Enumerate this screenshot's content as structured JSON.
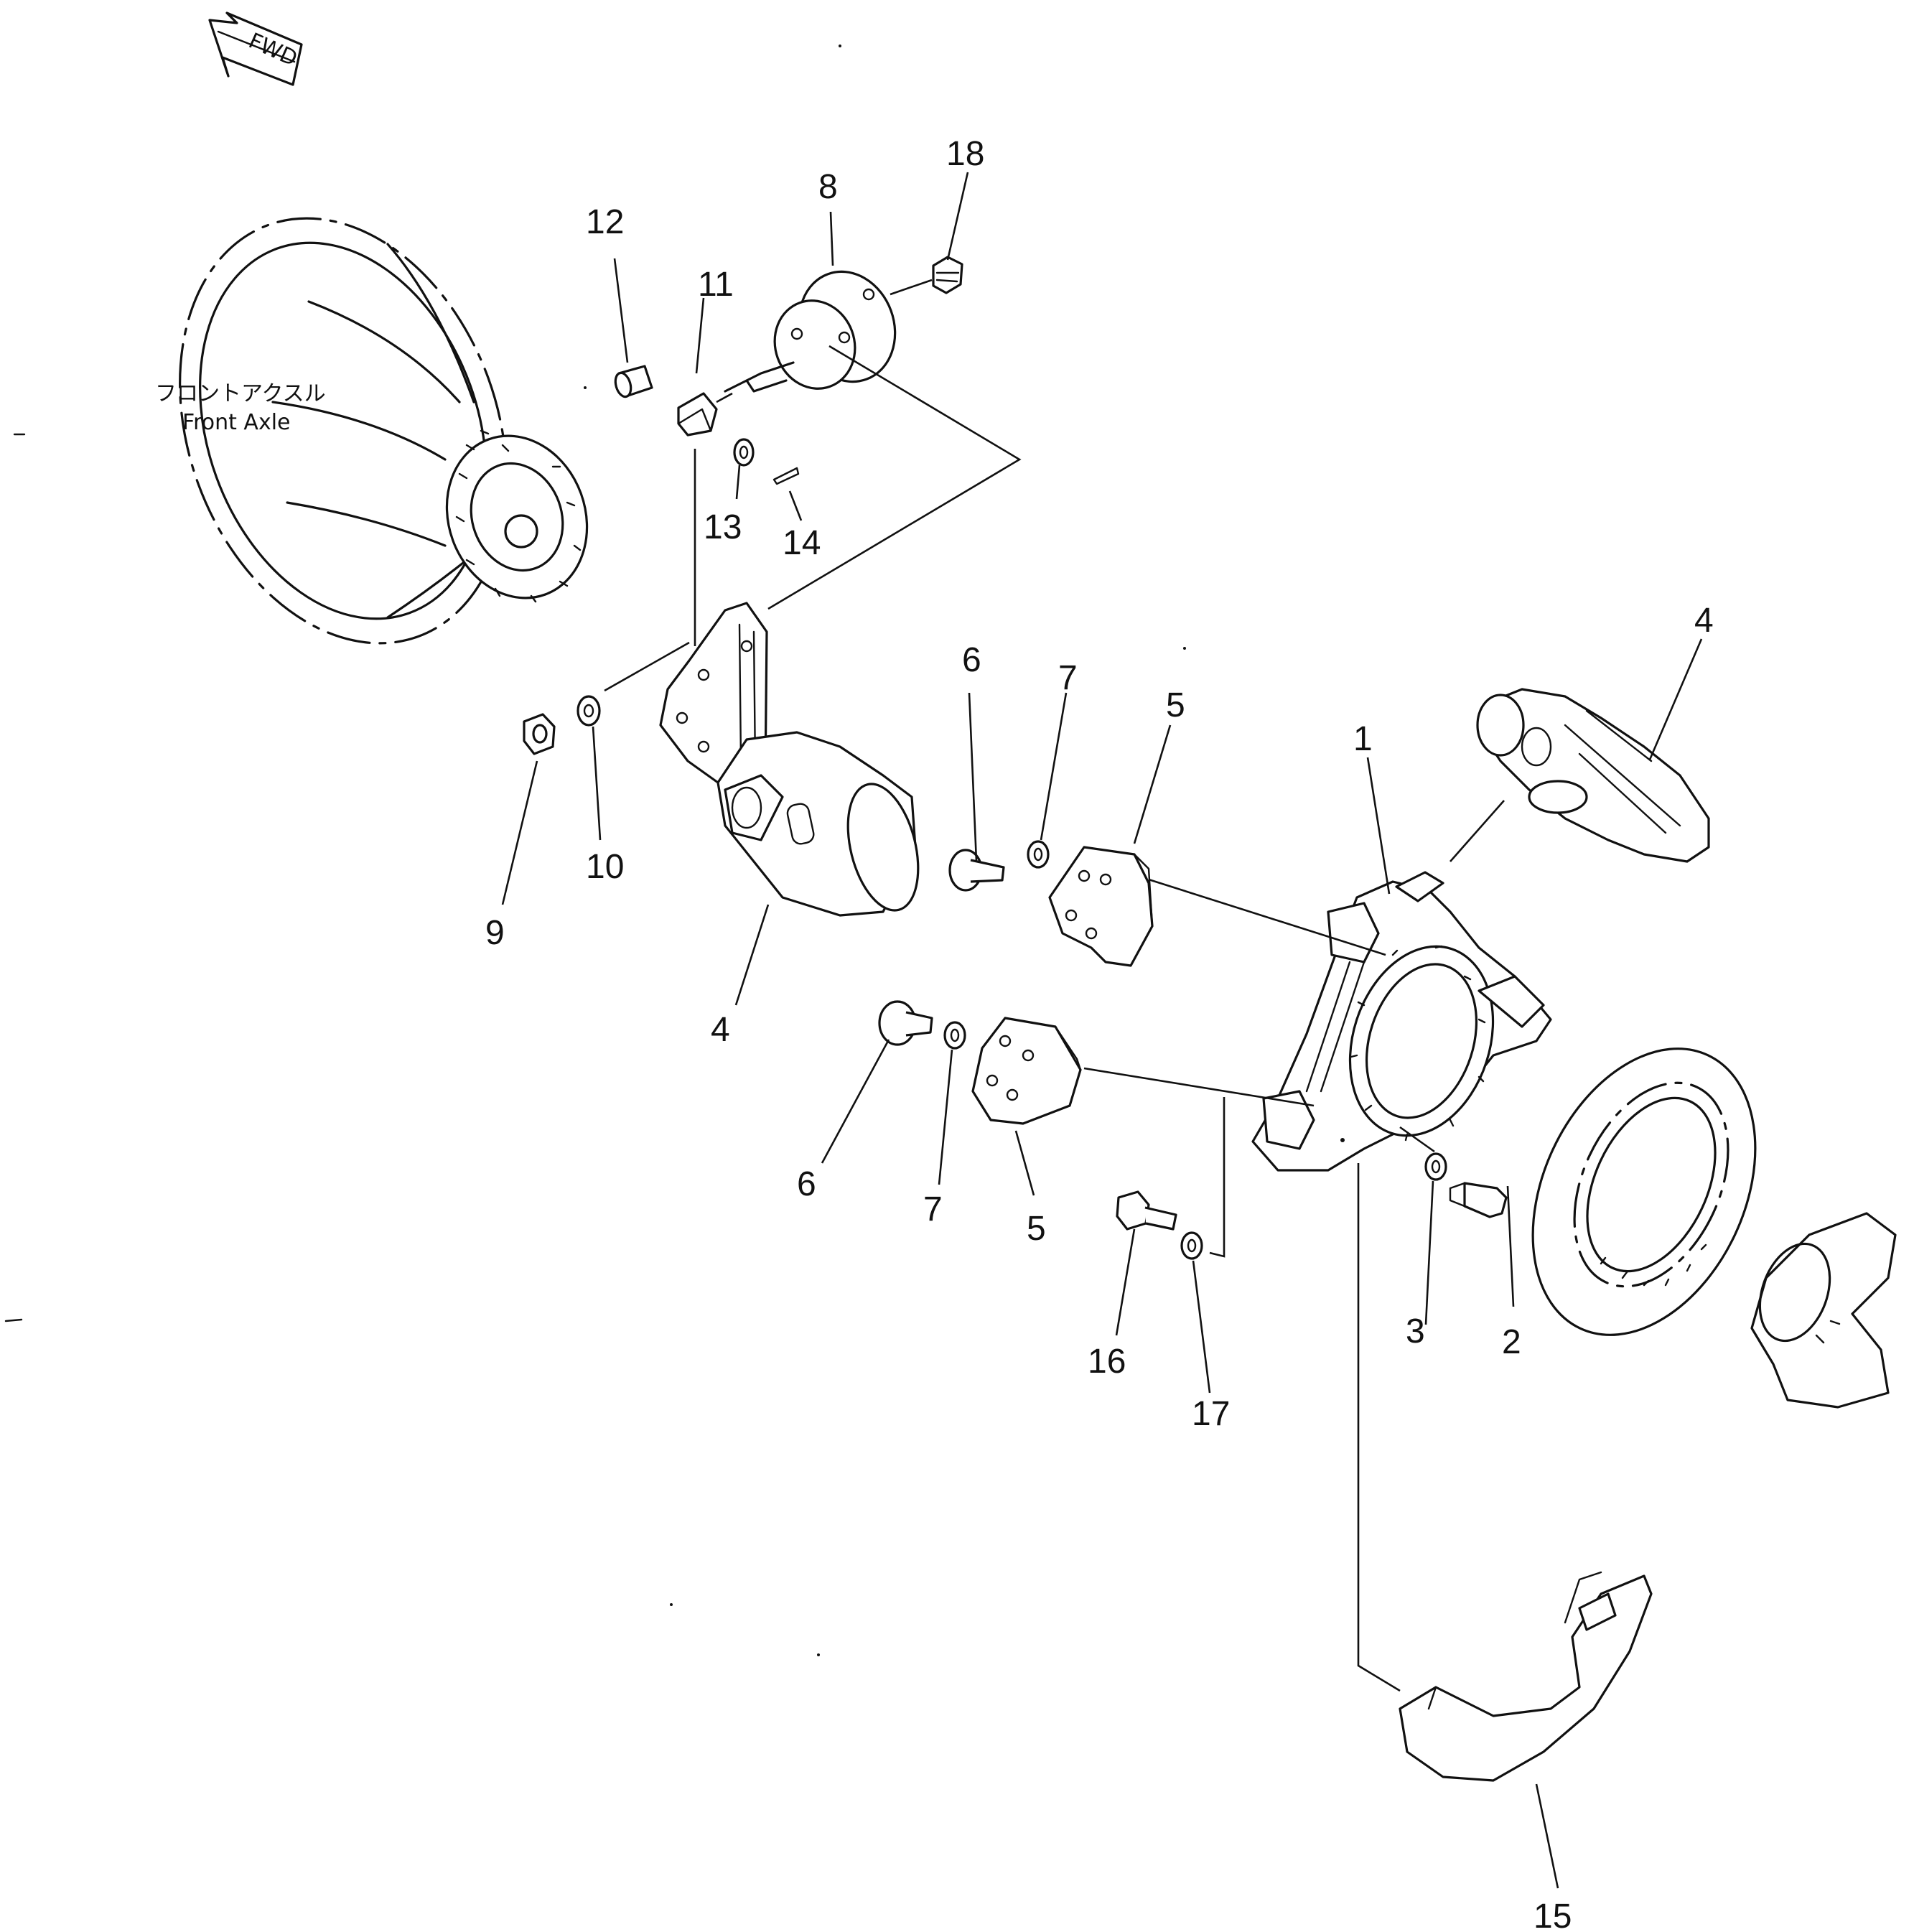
{
  "direction_arrow": {
    "text": "FWD"
  },
  "front_axle": {
    "label_ja": "フロントアクスル",
    "label_en": "Front Axle"
  },
  "callouts": {
    "c1": "1",
    "c2": "2",
    "c3": "3",
    "c4_upper": "4",
    "c4_lower": "4",
    "c5_upper": "5",
    "c5_lower": "5",
    "c6_upper": "6",
    "c6_lower": "6",
    "c7_upper": "7",
    "c7_lower": "7",
    "c8": "8",
    "c9": "9",
    "c10": "10",
    "c11": "11",
    "c12": "12",
    "c13": "13",
    "c14": "14",
    "c15": "15",
    "c16": "16",
    "c17": "17",
    "c18": "18"
  }
}
